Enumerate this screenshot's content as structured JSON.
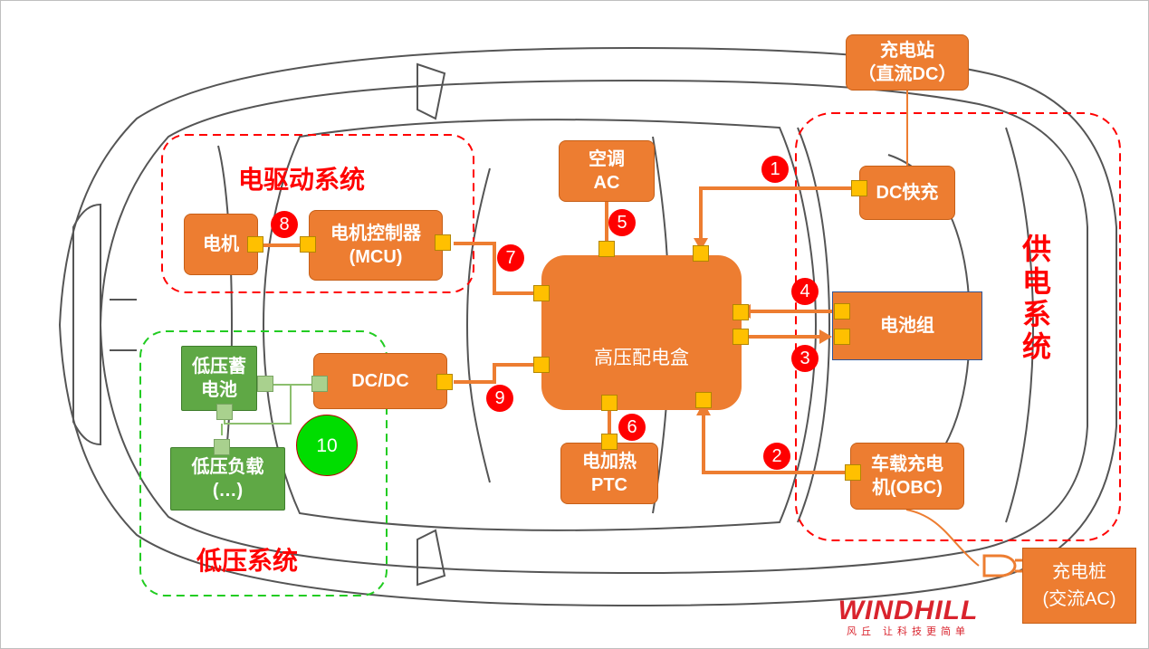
{
  "colors": {
    "component": "#ED7D31",
    "port": "#FFC000",
    "low_voltage": "#5FA845",
    "badge": "#FF0000",
    "badge10": "#00DD00",
    "group_high": "#FF0000",
    "group_low": "#22CC22"
  },
  "groups": {
    "drive": "电驱动系统",
    "low": "低压系统",
    "supply": [
      "供",
      "电",
      "系",
      "统"
    ]
  },
  "components": {
    "motor": "电机",
    "mcu_line1": "电机控制器",
    "mcu_line2": "(MCU)",
    "ac_line1": "空调",
    "ac_line2": "AC",
    "hv_box": "高压配电盒",
    "dcdc": "DC/DC",
    "ptc_line1": "电加热",
    "ptc_line2": "PTC",
    "dc_fast": "DC快充",
    "battery": "电池组",
    "obc_line1": "车载充电",
    "obc_line2": "机(OBC)",
    "station_line1": "充电站",
    "station_line2": "（直流DC）",
    "pile_line1": "充电桩",
    "pile_line2": "(交流AC)",
    "lv_battery_line1": "低压蓄",
    "lv_battery_line2": "电池",
    "lv_load_line1": "低压负载",
    "lv_load_line2": "(…)"
  },
  "badges": [
    "1",
    "2",
    "3",
    "4",
    "5",
    "6",
    "7",
    "8",
    "9",
    "10"
  ],
  "logo": {
    "brand": "WINDHILL",
    "tagline": "风丘 让科技更简单"
  }
}
